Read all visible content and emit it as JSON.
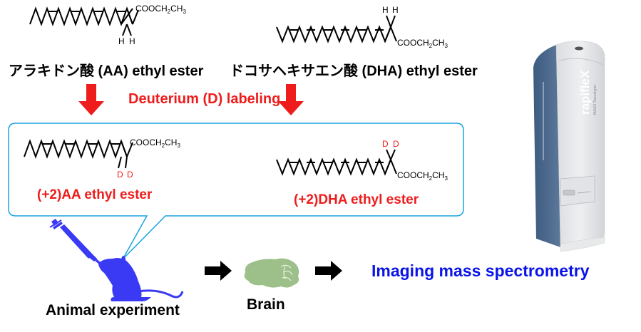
{
  "top": {
    "aa": {
      "title": "アラキドン酸 (AA) ethyl ester",
      "ester_group": "COOCH2CH3",
      "hydrogens": [
        "H",
        "H"
      ]
    },
    "dha": {
      "title": "ドコサヘキサエン酸 (DHA) ethyl ester",
      "ester_group": "COOCH2CH3",
      "hydrogens": [
        "H",
        "H"
      ]
    }
  },
  "labeling": {
    "title": "Deuterium (D) labeling",
    "arrow_color": "#ee1c1c"
  },
  "callout": {
    "border_color": "#1aa3e0",
    "aa_labeled": {
      "title": "(+2)AA ethyl ester",
      "ester_group": "COOCH2CH3",
      "deuteriums": [
        "D",
        "D"
      ]
    },
    "dha_labeled": {
      "title": "(+2)DHA ethyl ester",
      "ester_group": "COOCH2CH3",
      "deuteriums": [
        "D",
        "D"
      ]
    }
  },
  "workflow": {
    "steps": [
      {
        "label": "Animal experiment",
        "icon": "mouse-syringe-icon",
        "color": "#3a3af5"
      },
      {
        "label": "Brain",
        "icon": "brain-icon",
        "color": "#9dc08b"
      },
      {
        "label": "Imaging mass spectrometry",
        "icon": "mass-spectrometer-icon",
        "color": "#0a14e8"
      }
    ]
  },
  "instrument": {
    "brand_text": "rapifleX",
    "sub_text": "MALDI Tissuetyper"
  }
}
